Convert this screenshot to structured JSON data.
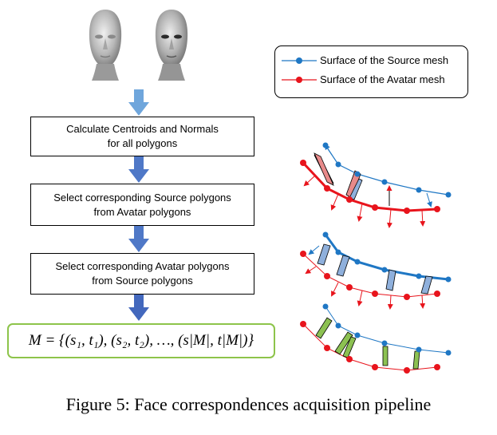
{
  "pipeline": {
    "steps": [
      {
        "line1": "Calculate Centroids and Normals",
        "line2": "for all polygons"
      },
      {
        "line1": "Select corresponding Source polygons",
        "line2": "from Avatar polygons"
      },
      {
        "line1": "Select corresponding Avatar polygons",
        "line2": "from Source polygons"
      }
    ],
    "result": {
      "formula": "M = {(s₁, t₁), (s₂, t₂), …, (s|M|, t|M|)}"
    }
  },
  "legend": {
    "source_label": "Surface of the Source mesh",
    "avatar_label": "Surface of the Avatar mesh"
  },
  "colors": {
    "source": "#1f77c4",
    "avatar": "#e8141c",
    "flow_arrow": "#4f78c7",
    "result_border": "#8dc44a",
    "pair_arrow_green": "#8cc152",
    "pair_arrow_red": "#e88a8a",
    "pair_arrow_blue": "#8fb0dc"
  },
  "caption": "Figure 5: Face correspondences acquisition pipeline"
}
